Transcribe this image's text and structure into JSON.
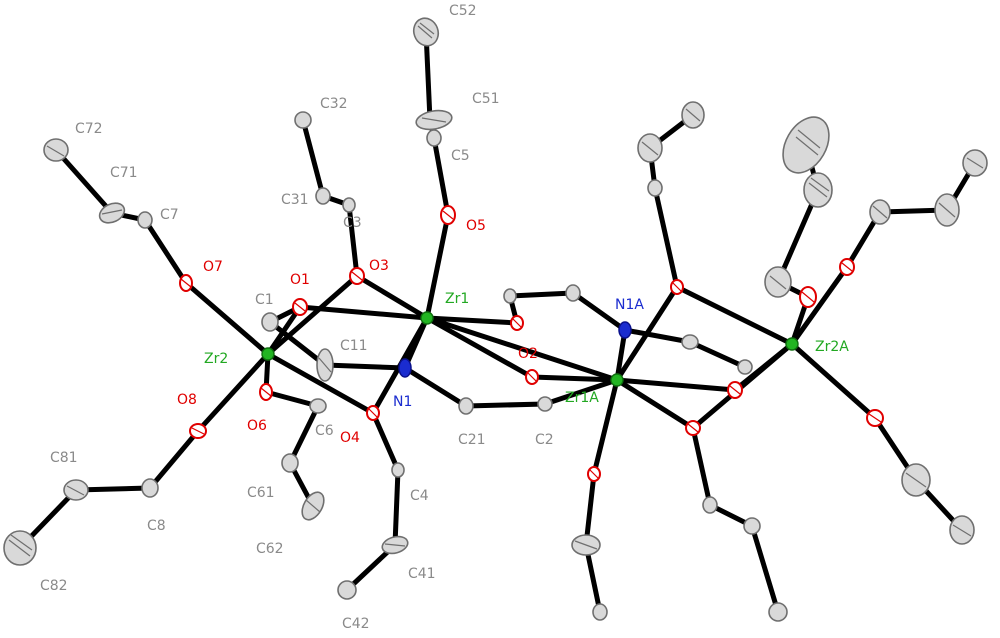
{
  "colors": {
    "carbon_label": "#8a8a8a",
    "oxygen": "#e00000",
    "nitrogen": "#1a2ccf",
    "zirconium": "#22a822",
    "bond": "#000000"
  },
  "labels": {
    "C52": "C52",
    "C51": "C51",
    "C5": "C5",
    "O5": "O5",
    "Zr1": "Zr1",
    "C32": "C32",
    "C31": "C31",
    "C3": "C3",
    "O3": "O3",
    "C72": "C72",
    "C71": "C71",
    "C7": "C7",
    "O7": "O7",
    "O1": "O1",
    "C1": "C1",
    "Zr2": "Zr2",
    "C11": "C11",
    "N1": "N1",
    "O8": "O8",
    "O6": "O6",
    "C6": "C6",
    "O4": "O4",
    "C81": "C81",
    "C8": "C8",
    "C82": "C82",
    "C61": "C61",
    "C62": "C62",
    "C4": "C4",
    "C41": "C41",
    "C42": "C42",
    "C21": "C21",
    "C2": "C2",
    "O2": "O2",
    "Zr1A": "Zr1A",
    "N1A": "N1A",
    "Zr2A": "Zr2A"
  }
}
